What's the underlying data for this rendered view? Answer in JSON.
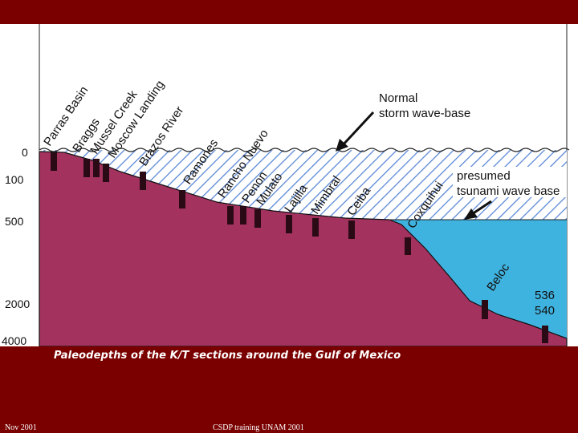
{
  "diagram": {
    "depth_labels": [
      "0",
      "100",
      "500",
      "2000",
      "4000"
    ],
    "sections": [
      "Parras Basin",
      "Braggs",
      "Mussel Creek",
      "Moscow Landing",
      "Brazos River",
      "Ramones",
      "Rancho Nuevo",
      "Penon",
      "Mulato",
      "Lajilla",
      "Mimbral",
      "Ceiba",
      "Coxquihui",
      "Beloc"
    ],
    "site_label_1": "536",
    "site_label_2": "540",
    "annotations": {
      "storm_line1": "Normal",
      "storm_line2": "storm wave-base",
      "tsunami_line1": "presumed",
      "tsunami_line2": "tsunami wave base"
    },
    "colors": {
      "seafloor": "#a3325f",
      "deep_water": "#3fb3e0",
      "hatch": "#5b88d6",
      "background": "#7a0000"
    }
  },
  "caption": "Paleodepths of the K/T sections around the Gulf of Mexico",
  "footer": {
    "left": "Nov 2001",
    "center": "CSDP training UNAM 2001"
  }
}
